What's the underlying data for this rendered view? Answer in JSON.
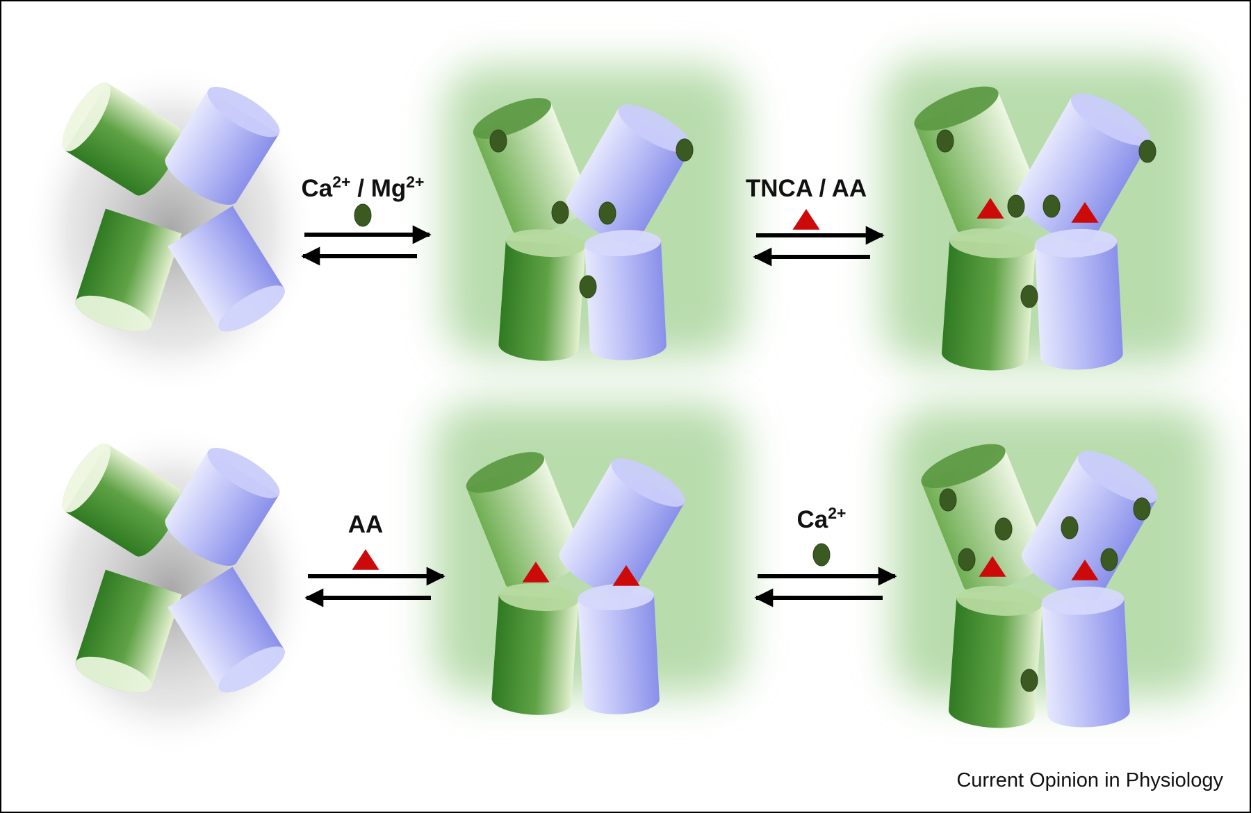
{
  "footer": "Current Opinion in Physiology",
  "colors": {
    "green_domain": "#3f8a2c",
    "blue_domain": "#9aa0ee",
    "glow": "#7fc06a",
    "ion_dot": "#3b5a22",
    "ligand_triangle": "#cc0a0a",
    "arrow": "#000000"
  },
  "rows": [
    {
      "id": "top",
      "states": [
        "apo",
        "ion-bound",
        "ion-and-ligand-bound"
      ],
      "arrow1": {
        "base": "Ca",
        "sup": "2+",
        "sep": " / ",
        "base2": "Mg",
        "sup2": "2+",
        "marker": "dot"
      },
      "arrow2": {
        "base": "TNCA / AA",
        "sup": "",
        "marker": "triangle"
      }
    },
    {
      "id": "bottom",
      "states": [
        "apo",
        "ligand-bound",
        "ligand-and-ion-bound"
      ],
      "arrow1": {
        "base": "AA",
        "sup": "",
        "marker": "triangle"
      },
      "arrow2": {
        "base": "Ca",
        "sup": "2+",
        "marker": "dot"
      }
    }
  ],
  "icons": {
    "ion": "green-dot-icon",
    "ligand": "red-triangle-icon"
  }
}
